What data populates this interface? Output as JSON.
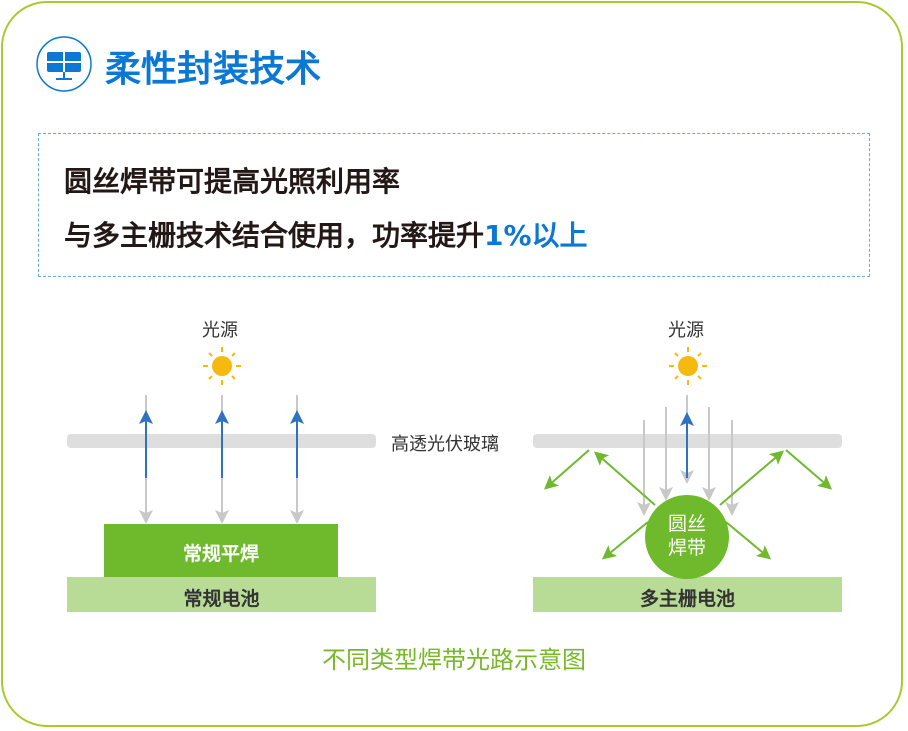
{
  "header": {
    "title": "柔性封装技术",
    "icon": "solar-panel-icon"
  },
  "summary": {
    "line1": "圆丝焊带可提高光照利用率",
    "line2_prefix": "与多主栅技术结合使用，功率提升",
    "line2_highlight": "1%以上"
  },
  "diagram": {
    "light_source_left": "光源",
    "light_source_right": "光源",
    "glass_label": "高透光伏玻璃",
    "flat_ribbon": "常规平焊",
    "conventional_cell": "常规电池",
    "round_ribbon_line1": "圆丝",
    "round_ribbon_line2": "焊带",
    "mbb_cell": "多主栅电池",
    "caption": "不同类型焊带光路示意图"
  },
  "colors": {
    "blue": "#0a78d4",
    "green": "#6fb92c",
    "light_green": "#b8dc96",
    "frame": "#a9c92c"
  }
}
